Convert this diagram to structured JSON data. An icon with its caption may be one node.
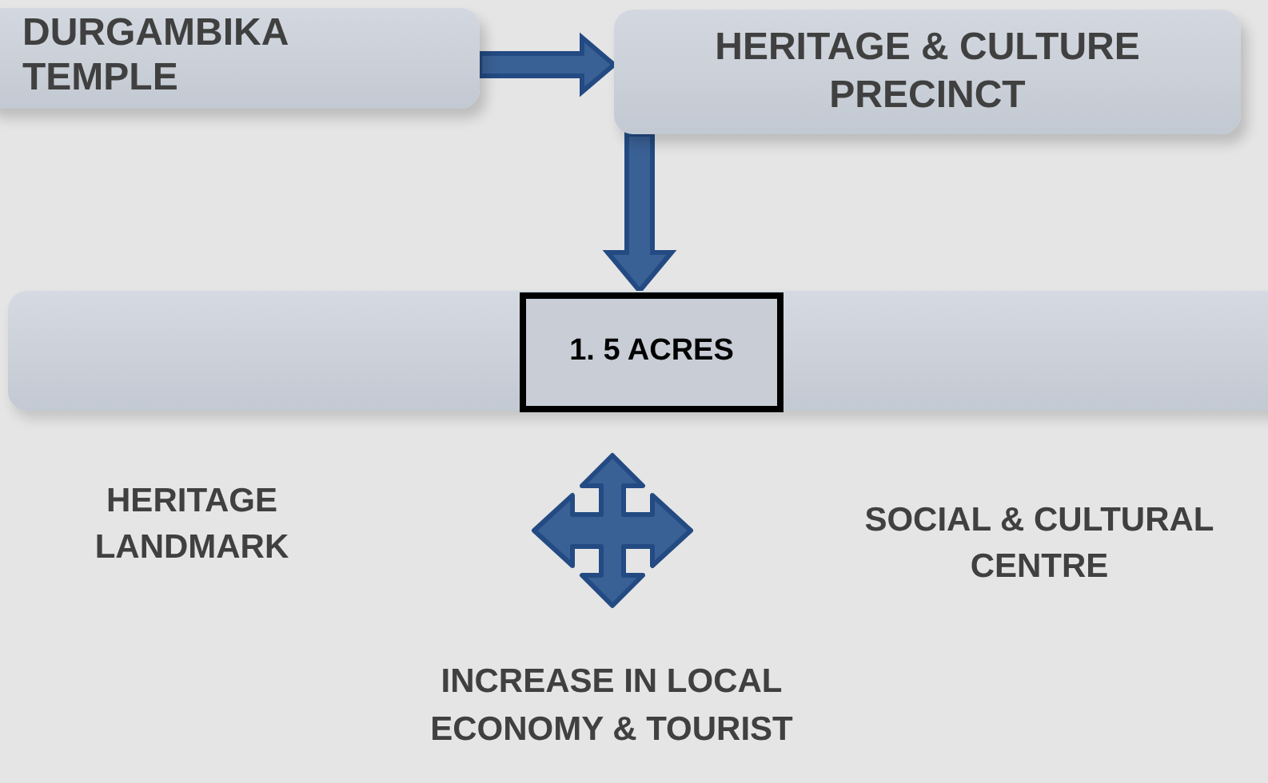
{
  "diagram": {
    "nodes": [
      {
        "text": [
          "DURGAMBIKA TEMPLE"
        ]
      },
      {
        "text": [
          "HERITAGE & CULTURE PRECINCT"
        ]
      },
      {
        "text": [],
        "shape": "bar"
      },
      {
        "text": [
          "1. 5 ACRES"
        ],
        "in": 2
      },
      {
        "text": [
          "HERITAGE LANDMARK"
        ]
      },
      {
        "text": [],
        "shape": "arrow"
      },
      {
        "text": [
          "SOCIAL & CULTURAL CENTRE"
        ]
      },
      {
        "text": [
          "INCREASE IN LOCAL ECONOMY & TOURIST"
        ]
      }
    ],
    "edges": [
      {
        "from": 0,
        "to": 1,
        "arrow": "to"
      },
      {
        "from": 1,
        "to": 2,
        "arrow": "to"
      }
    ]
  }
}
